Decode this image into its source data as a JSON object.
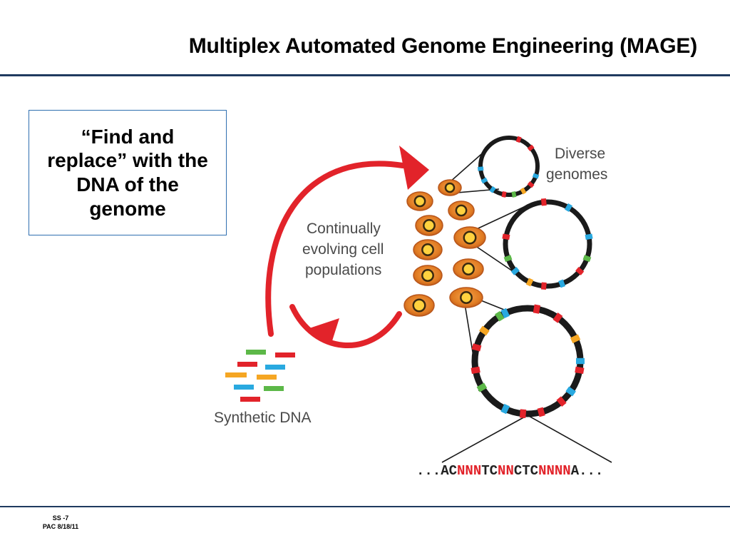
{
  "slide": {
    "title": "Multiplex Automated Genome Engineering (MAGE)",
    "callout": "“Find and replace” with the DNA of the genome",
    "footer_line1": "SS -7",
    "footer_line2": "PAC 8/18/11"
  },
  "diagram": {
    "cycle_label": [
      "Continually",
      "evolving cell",
      "populations"
    ],
    "diverse_label": [
      "Diverse",
      "genomes"
    ],
    "synthetic_label": "Synthetic DNA",
    "sequence_parts": [
      {
        "text": "...AC",
        "color": "black"
      },
      {
        "text": "NNN",
        "color": "red"
      },
      {
        "text": "TC",
        "color": "black"
      },
      {
        "text": "NN",
        "color": "red"
      },
      {
        "text": "CTC",
        "color": "black"
      },
      {
        "text": "NNNN",
        "color": "red"
      },
      {
        "text": "A...",
        "color": "black"
      }
    ],
    "colors": {
      "arrow": "#e2232a",
      "cell": "#e07b22",
      "cell_dark": "#b8551a",
      "nucleus": "#ffd23f",
      "ring": "#1a1a1a",
      "mark_red": "#e2232a",
      "mark_blue": "#29a9e0",
      "mark_green": "#5cb848",
      "mark_orange": "#f5a623",
      "text_gray": "#4a4a4a",
      "rule": "#1f3a5f",
      "callout_border": "#2f6fb0"
    }
  }
}
